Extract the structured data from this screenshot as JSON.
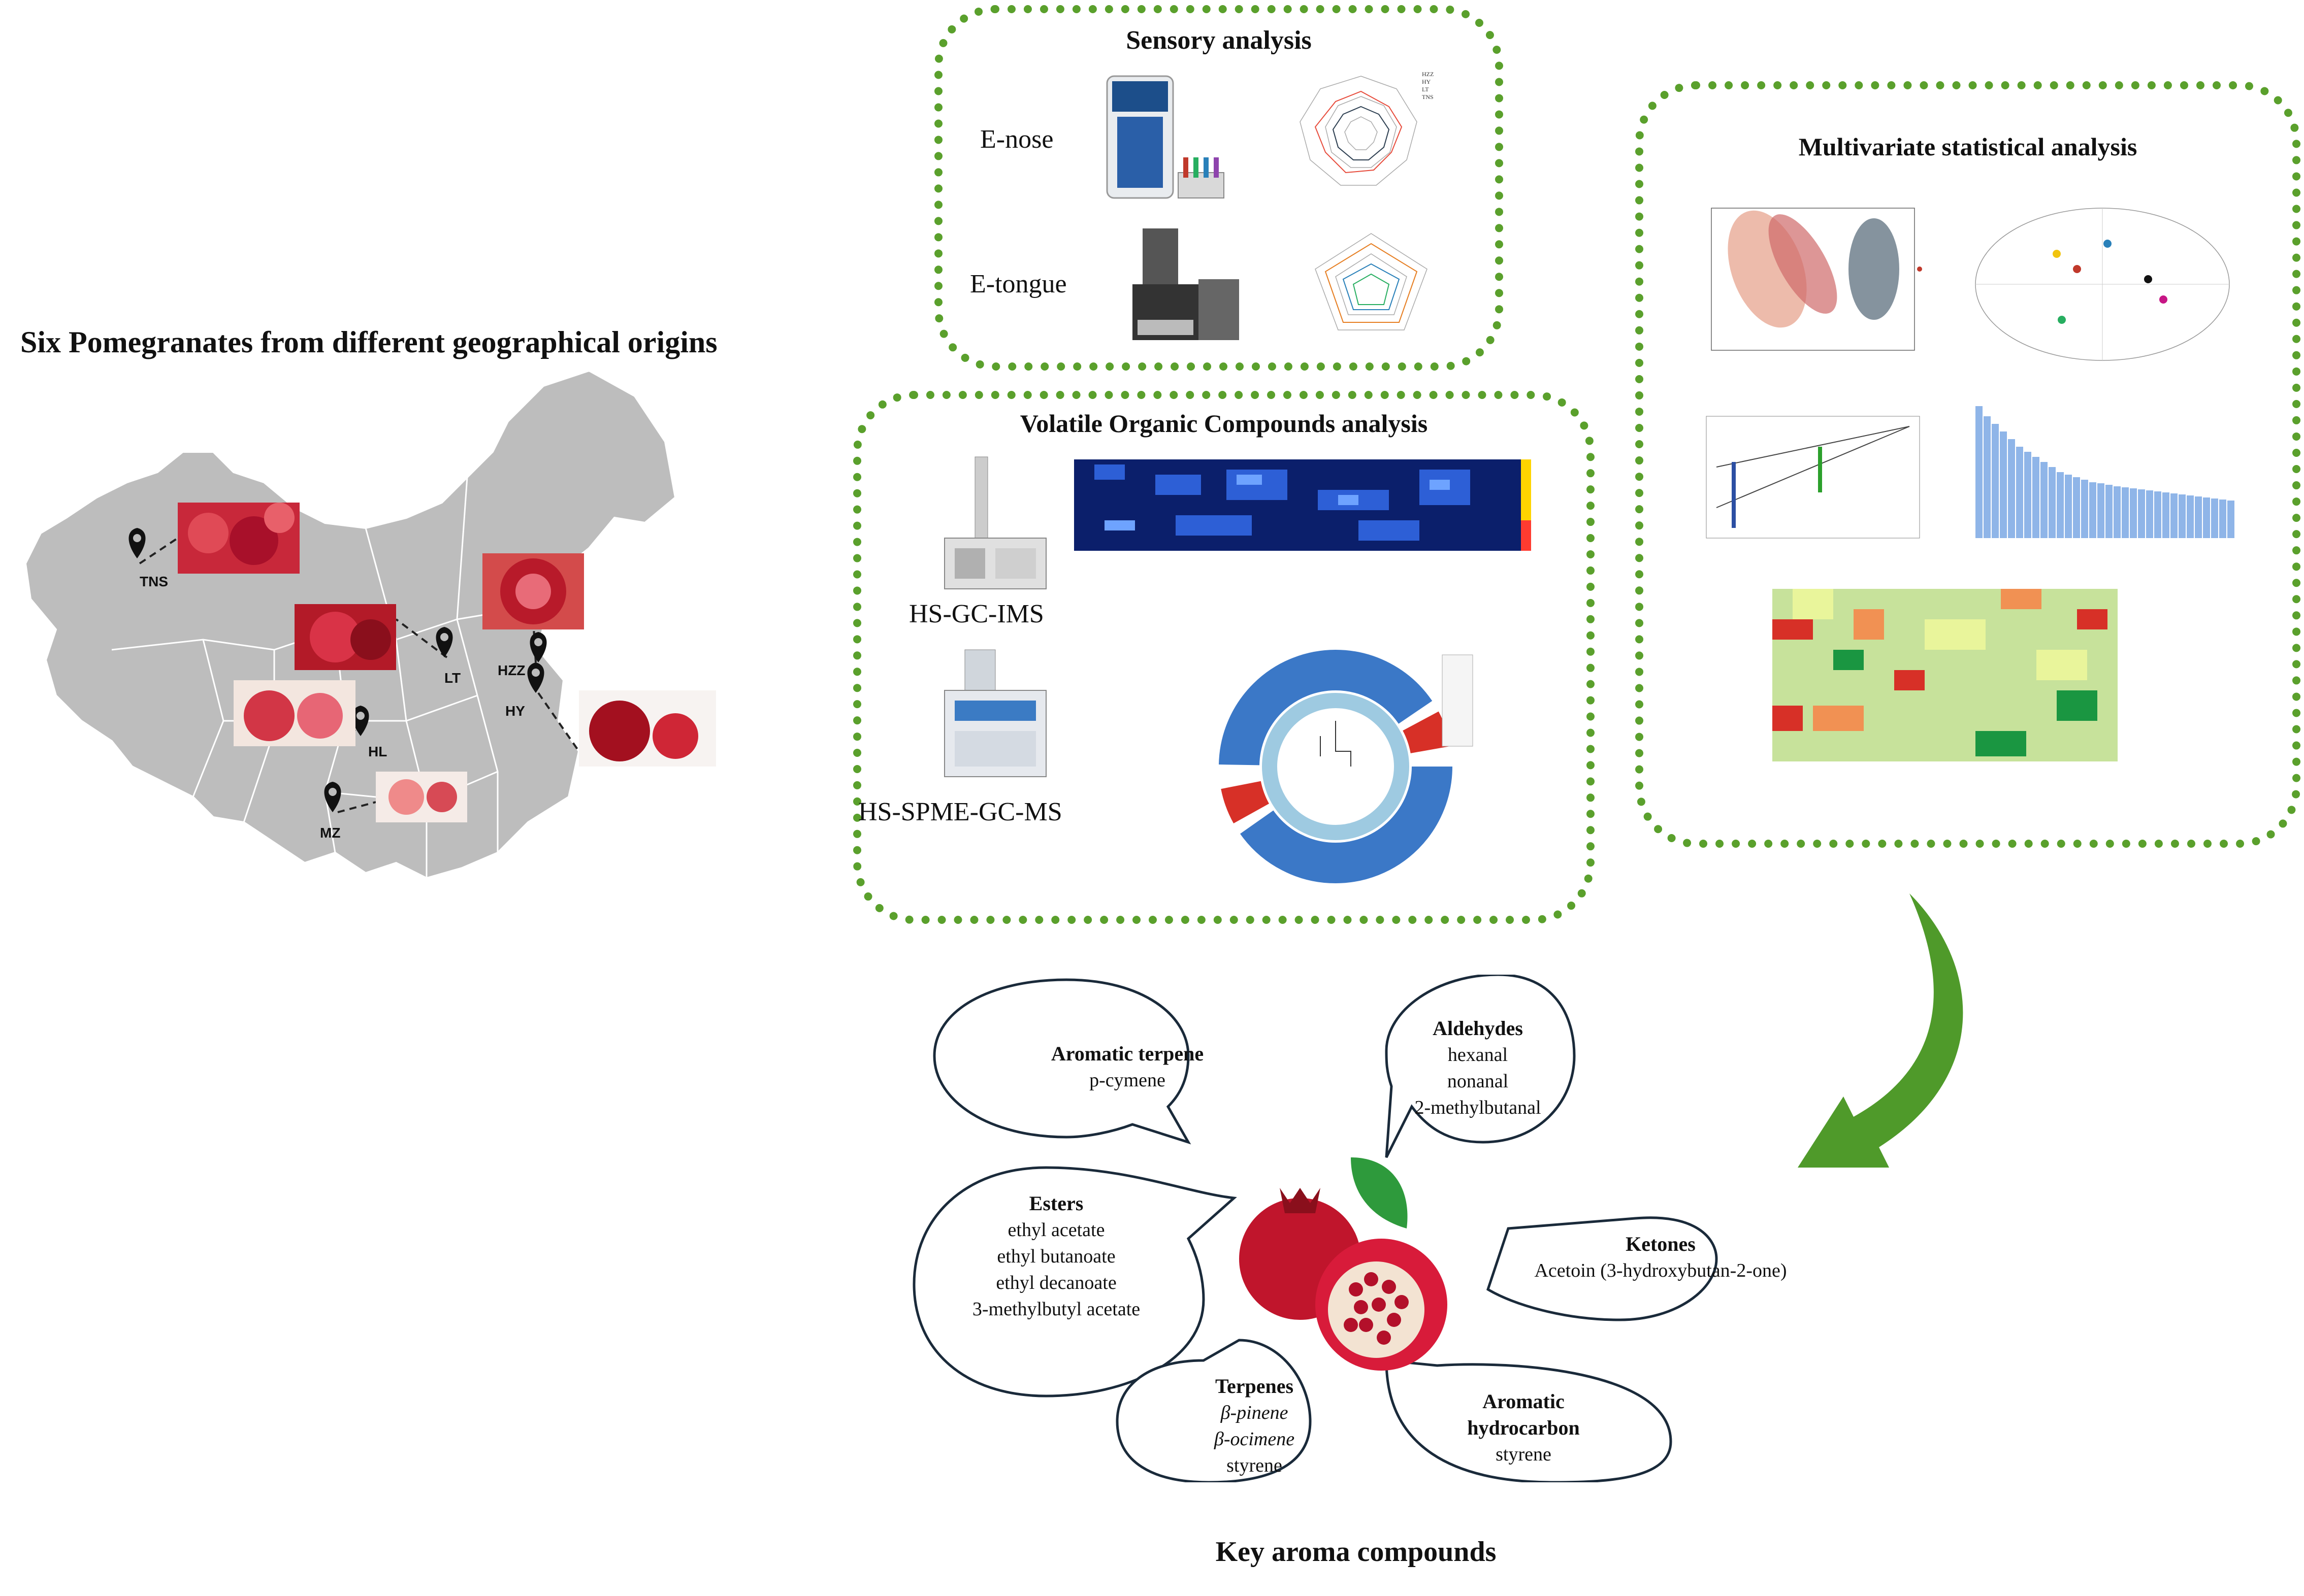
{
  "left": {
    "title": "Six Pomegranates from different  geographical origins",
    "origins": [
      "TNS",
      "LT",
      "HZZ",
      "HY",
      "HL",
      "MZ"
    ]
  },
  "sensory": {
    "title": "Sensory analysis",
    "enose_label": "E-nose",
    "etongue_label": "E-tongue"
  },
  "voc": {
    "title": "Volatile Organic Compounds analysis",
    "gcims_label": "HS-GC-IMS",
    "gcms_label": "HS-SPME-GC-MS"
  },
  "multi": {
    "title": "Multivariate statistical analysis"
  },
  "bottom": {
    "title": "Key aroma compounds",
    "groups": {
      "aromatic_terpene": {
        "name": "Aromatic terpene",
        "items": [
          "p-cymene"
        ]
      },
      "aldehydes": {
        "name": "Aldehydes",
        "items": [
          "hexanal",
          "nonanal",
          "2-methylbutanal"
        ]
      },
      "esters": {
        "name": "Esters",
        "items": [
          "ethyl acetate",
          "ethyl butanoate",
          "ethyl decanoate",
          "3-methylbutyl acetate"
        ]
      },
      "ketones": {
        "name": "Ketones",
        "items": [
          "Acetoin (3-hydroxybutan-2-one)"
        ]
      },
      "terpenes": {
        "name": "Terpenes",
        "items": [
          "β-pinene",
          "β-ocimene",
          "styrene"
        ]
      },
      "aromatic_hydrocarbon": {
        "name": "Aromatic hydrocarbon",
        "items": [
          "styrene"
        ]
      }
    }
  },
  "colors": {
    "dash_green": "#5aa02c",
    "arrow_green": "#4f9a2a",
    "map_gray": "#bdbdbd",
    "pomegranate_red": "#c0152c"
  }
}
